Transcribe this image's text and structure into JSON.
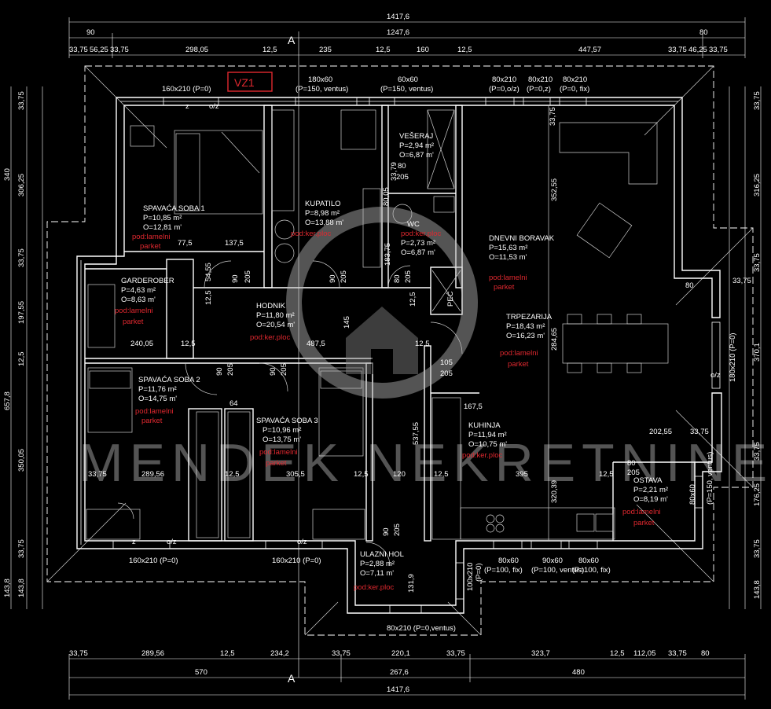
{
  "plan_id": "VZ1",
  "watermark": "MENDEK NEKRETNINE",
  "dims_top": {
    "overall": "1417,6",
    "inner": "1247,6",
    "left_margin": "90",
    "right_margin": "80",
    "segments": [
      "33,75",
      "56,25",
      "33,75",
      "298,05",
      "12,5",
      "235",
      "12,5",
      "160",
      "12,5",
      "447,57",
      "33,75",
      "46,25",
      "33,75"
    ]
  },
  "dims_bottom": {
    "segments": [
      "33,75",
      "289,56",
      "12,5",
      "234,2",
      "33,75",
      "220,1",
      "33,75",
      "323,7",
      "12,5",
      "112,05",
      "33,75",
      "80"
    ],
    "parts": [
      "570",
      "267,6",
      "480"
    ],
    "overall": "1417,6"
  },
  "dims_left": [
    "33,75",
    "340",
    "306,25",
    "33,75",
    "197,55",
    "12,5",
    "657,8",
    "350,05",
    "33,75",
    "143,8",
    "143,8"
  ],
  "dims_right": [
    "33,75",
    "316,25",
    "33,75",
    "370,1",
    "33,75",
    "176,25",
    "33,75",
    "143,8"
  ],
  "windows": [
    {
      "l1": "160x210 (P=0)",
      "l2": ""
    },
    {
      "l1": "180x60",
      "l2": "(P=150, ventus)"
    },
    {
      "l1": "60x60",
      "l2": "(P=150, ventus)"
    },
    {
      "l1": "80x210",
      "l2": "(P=0,o/z)"
    },
    {
      "l1": "80x210",
      "l2": "(P=0,z)"
    },
    {
      "l1": "80x210",
      "l2": "(P=0, fix)"
    },
    {
      "l1": "160x210 (P=0)",
      "l2": ""
    },
    {
      "l1": "160x210 (P=0)",
      "l2": ""
    },
    {
      "l1": "80x60",
      "l2": "(P=100, fix)"
    },
    {
      "l1": "90x60",
      "l2": "(P=100, ventus)"
    },
    {
      "l1": "80x60",
      "l2": "(P=100, fix)"
    },
    {
      "l1": "80x210 (P=0,ventus)",
      "l2": ""
    },
    {
      "l1": "100x210",
      "l2": "(P=0)"
    },
    {
      "l1": "180x210 (P=0)",
      "l2": ""
    },
    {
      "l1": "80x60",
      "l2": "(P=150, ventus)"
    }
  ],
  "rooms": [
    {
      "name": "SPAVAĆA SOBA 1",
      "p": "P=10,85 m²",
      "o": "O=12,81 m'",
      "floor": "pod:lamelni",
      "floor2": "parket"
    },
    {
      "name": "KUPATILO",
      "p": "P=8,98 m²",
      "o": "O=13,88 m'",
      "floor": "pod:ker.ploc",
      "floor2": ""
    },
    {
      "name": "VEŠERAJ",
      "p": "P=2,94 m²",
      "o": "O=6,87 m'",
      "floor": "",
      "floor2": ""
    },
    {
      "name": "WC",
      "p": "P=2,73 m²",
      "o": "O=6,87 m'",
      "floor": "pod:ker.ploc",
      "floor2": ""
    },
    {
      "name": "DNEVNI BORAVAK",
      "p": "P=15,63 m²",
      "o": "O=11,53 m'",
      "floor": "pod:lamelni",
      "floor2": "parket"
    },
    {
      "name": "GARDEROBER",
      "p": "P=4,63 m²",
      "o": "O=8,63 m'",
      "floor": "pod:lamelni",
      "floor2": "parket"
    },
    {
      "name": "HODNIK",
      "p": "P=11,80 m²",
      "o": "O=20,54 m'",
      "floor": "pod:ker.ploc",
      "floor2": ""
    },
    {
      "name": "TRPEZARIJA",
      "p": "P=18,43 m²",
      "o": "O=16,23 m'",
      "floor": "pod:lamelni",
      "floor2": "parket"
    },
    {
      "name": "SPAVAĆA SOBA 2",
      "p": "P=11,76 m²",
      "o": "O=14,75 m'",
      "floor": "pod:lamelni",
      "floor2": "parket"
    },
    {
      "name": "SPAVAĆA SOBA 3",
      "p": "P=10,96 m²",
      "o": "O=13,75 m'",
      "floor": "pod:lamelni",
      "floor2": "parket"
    },
    {
      "name": "KUHINJA",
      "p": "P=11,94 m²",
      "o": "O=10,75 m'",
      "floor": "pod:ker.ploc",
      "floor2": ""
    },
    {
      "name": "OSTAVA",
      "p": "P=2,21 m²",
      "o": "O=8,19 m'",
      "floor": "pod:lamelni",
      "floor2": "parket"
    },
    {
      "name": "ULAZNI HOL",
      "p": "P=2,88 m²",
      "o": "O=7,11 m'",
      "floor": "pod:ker.ploc",
      "floor2": ""
    }
  ],
  "stove_label": "PEĆ",
  "door_marks": [
    {
      "w": "90",
      "h": "205"
    },
    {
      "w": "90",
      "h": "205"
    },
    {
      "w": "80",
      "h": "205"
    },
    {
      "w": "80",
      "h": "205"
    },
    {
      "w": "90",
      "h": "205"
    },
    {
      "w": "90",
      "h": "205"
    },
    {
      "w": "105",
      "h": "205"
    },
    {
      "w": "80",
      "h": "205"
    },
    {
      "w": "90",
      "h": "205"
    }
  ],
  "inner_dims": [
    "77,5",
    "137,5",
    "240,05",
    "12,5",
    "487,5",
    "12,5",
    "33,75",
    "289,56",
    "12,5",
    "305,5",
    "12,5",
    "120",
    "12,5",
    "395",
    "12,5",
    "167,5",
    "202,55",
    "33,75",
    "80",
    "33,75",
    "64",
    "54,55",
    "12,5",
    "183,75",
    "145",
    "352,55",
    "284,65",
    "537,55",
    "320,39",
    "33,75",
    "131,9",
    "33,79",
    "80,05",
    "12,5"
  ],
  "oz_marks": [
    "z",
    "o/z",
    "o/z",
    "z",
    "o/z",
    "o/z"
  ]
}
